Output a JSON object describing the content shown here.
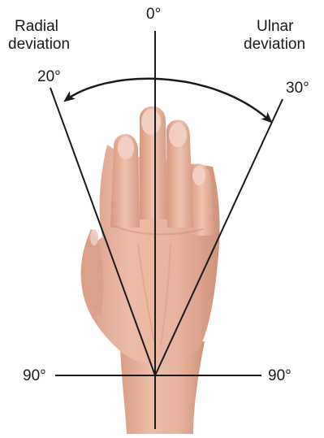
{
  "labels": {
    "top": "0°",
    "radial_line1": "Radial",
    "radial_line2": "deviation",
    "ulnar_line1": "Ulnar",
    "ulnar_line2": "deviation",
    "radial_angle": "20°",
    "ulnar_angle": "30°",
    "left_horizontal": "90°",
    "right_horizontal": "90°"
  },
  "colors": {
    "line": "#1a1a1a",
    "skin": "#e7b59e",
    "skin_shadow": "#cf947a",
    "nail": "#f1cfc3"
  }
}
